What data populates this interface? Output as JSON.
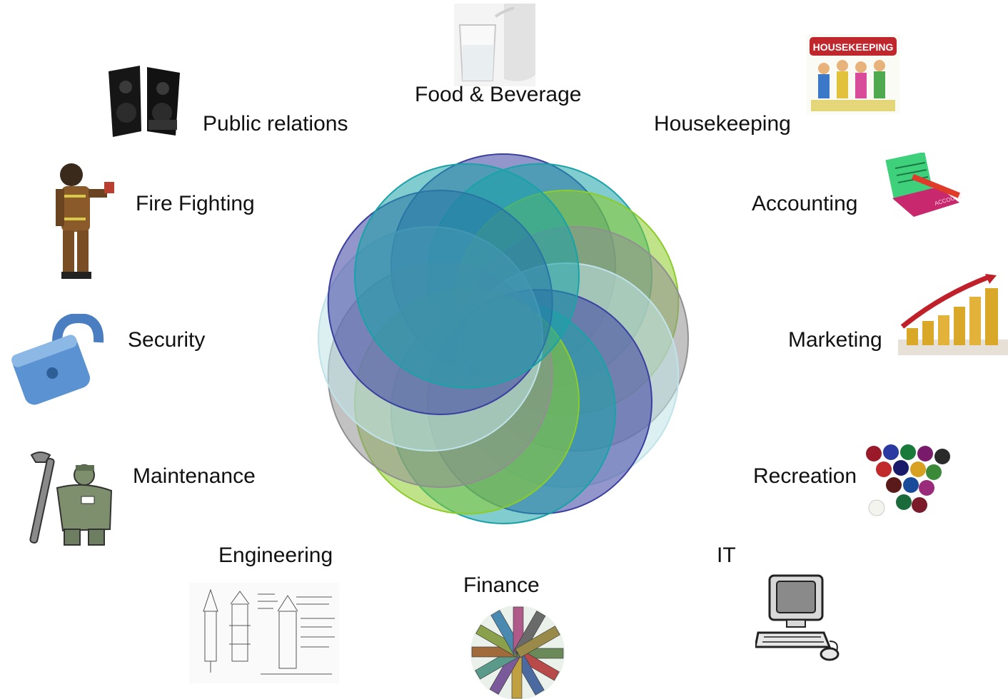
{
  "departments": {
    "food_beverage": "Food & Beverage",
    "housekeeping": "Housekeeping",
    "public_relations": "Public relations",
    "fire_fighting": "Fire Fighting",
    "accounting": "Accounting",
    "security": "Security",
    "marketing": "Marketing",
    "maintenance": "Maintenance",
    "recreation": "Recreation",
    "engineering": "Engineering",
    "it": "IT",
    "finance": "Finance"
  },
  "picture_text": {
    "housekeeping_banner": "HOUSEKEEPING",
    "account_book": "ACCOUNT"
  },
  "rosette": {
    "circle_count": 12,
    "colors": [
      "#3b3fa0",
      "#1aa2a8",
      "#8ccc2a",
      "#909090",
      "#bfe3e8",
      "#3b3fa0",
      "#1aa2a8",
      "#8ccc2a",
      "#909090",
      "#bfe3e8",
      "#3b3fa0",
      "#1aa2a8"
    ]
  },
  "icons": {
    "food_beverage": "water-glass-icon",
    "housekeeping": "housekeeping-crew-icon",
    "public_relations": "speakers-icon",
    "fire_fighting": "firefighter-icon",
    "accounting": "account-book-icon",
    "security": "padlock-icon",
    "marketing": "growth-chart-icon",
    "maintenance": "mechanic-wrench-icon",
    "recreation": "billiard-balls-icon",
    "engineering": "technical-sketch-icon",
    "it": "computer-icon",
    "finance": "banknotes-icon"
  }
}
